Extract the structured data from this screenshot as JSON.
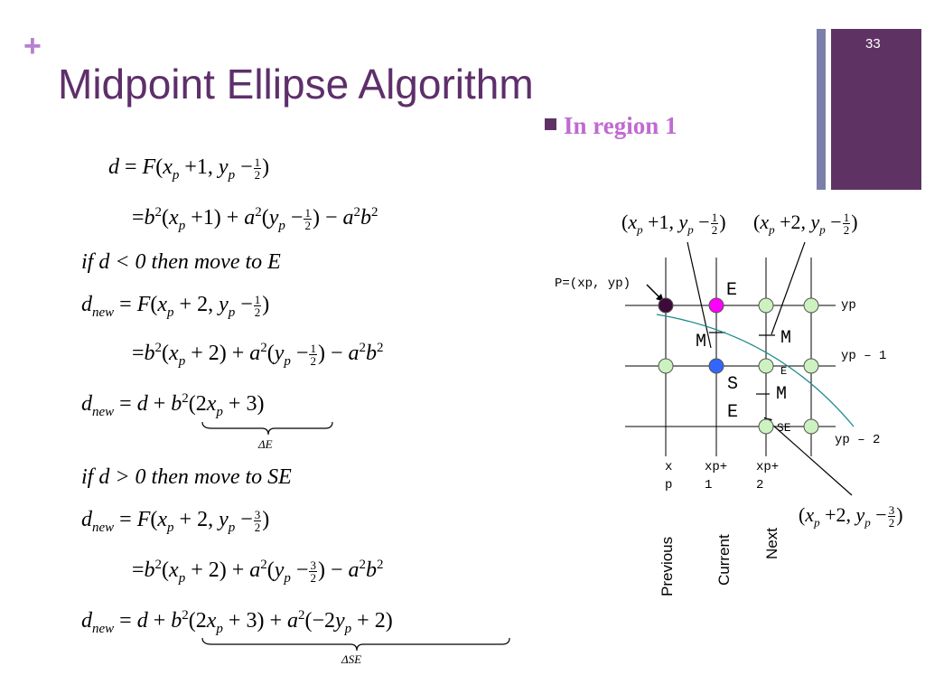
{
  "header": {
    "plus_glyph": "+",
    "title": "Midpoint Ellipse Algorithm",
    "slide_number": "33",
    "region_label": "In region 1"
  },
  "equations": {
    "line1": {
      "lhs": "d",
      "rhs": "= F(x_p + 1, y_p − ½)"
    },
    "line2": {
      "rhs": "= b²(x_p + 1) + a²(y_p − ½) − a²b²"
    },
    "line3": {
      "text": "if  d < 0 then move to E"
    },
    "line4": {
      "lhs": "d_new",
      "rhs": "= F(x_p + 2, y_p − ½)"
    },
    "line5": {
      "rhs": "= b²(x_p + 2) + a²(y_p − ½) − a²b²"
    },
    "line6": {
      "lhs": "d_new",
      "rhs": "= d + b²(2x_p + 3)",
      "brace_label": "ΔE"
    },
    "line7": {
      "text": "if  d > 0 then move to SE"
    },
    "line8": {
      "lhs": "d_new",
      "rhs": "= F(x_p + 2, y_p − 3/2)"
    },
    "line9": {
      "rhs": "= b²(x_p + 2) + a²(y_p − 3/2) − a²b²"
    },
    "line10": {
      "lhs": "d_new",
      "rhs": "= d + b²(2x_p + 3) + a²(−2y_p + 2)",
      "brace_label": "ΔSE"
    }
  },
  "diagram": {
    "point_label": "P=(xp, yp)",
    "label_E": "E",
    "label_M": "M",
    "label_SE_S": "S",
    "label_SE_E": "E",
    "small_E": "E",
    "small_SE": "SE",
    "row_labels": [
      "yp",
      "yp – 1",
      "yp – 2"
    ],
    "col_labels": [
      "x p",
      "xp+ 1",
      "xp+ 2"
    ],
    "column_names": [
      "Previous",
      "Current",
      "Next"
    ],
    "callouts": {
      "top_left": "(xp +1, yp − ½)",
      "top_right": "(xp +2, yp − ½)",
      "bottom_right": "(xp +2, yp − 3/2)"
    },
    "colors": {
      "previous_pixel": "#3d0a3a",
      "e_pixel": "#ff00ff",
      "current_pixel": "#3366ff",
      "empty_pixel": "#ccf2c0",
      "ellipse_curve": "#1a8a8a"
    }
  }
}
